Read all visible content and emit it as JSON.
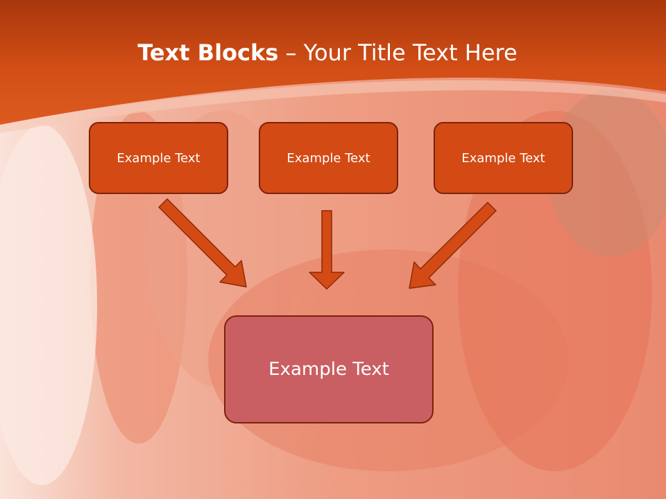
{
  "slide": {
    "title_bold": "Text Blocks",
    "title_separator": " – ",
    "title_rest": "Your Title Text Here"
  },
  "blocks": [
    {
      "label": "Example Text"
    },
    {
      "label": "Example Text"
    },
    {
      "label": "Example Text"
    }
  ],
  "target_block": {
    "label": "Example Text"
  },
  "colors": {
    "header_orange": "#d8501a",
    "box_fill": "#d34a14",
    "box_border": "#7a2208",
    "target_fill": "#c95f62",
    "arrow_fill": "#d34a14"
  }
}
